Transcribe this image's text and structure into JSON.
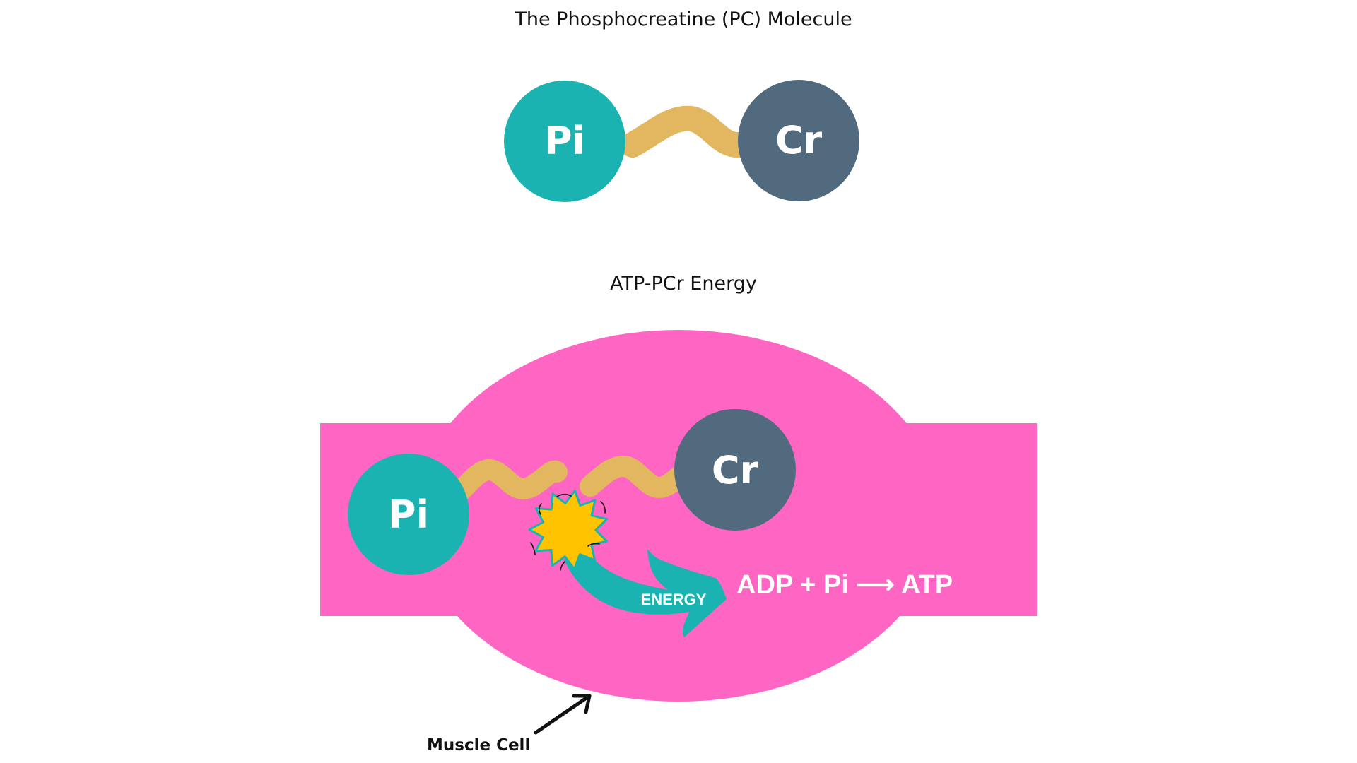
{
  "titles": {
    "top": "The Phosphocreatine (PC) Molecule",
    "bottom": "ATP-PCr Energy"
  },
  "molecule": {
    "phosphate_label": "Pi",
    "creatine_label": "Cr"
  },
  "energy_diagram": {
    "phosphate_label": "Pi",
    "creatine_label": "Cr",
    "energy_label": "ENERGY",
    "equation": "ADP + Pi ⟶ ATP",
    "cell_label": "Muscle Cell"
  },
  "colors": {
    "phosphate": "#1BB3B1",
    "creatine": "#526A7E",
    "bond": "#E3B660",
    "cell": "#FF66C4",
    "burst": "#FFC300",
    "energy_arrow": "#1BB3B1",
    "text": "#111111"
  }
}
